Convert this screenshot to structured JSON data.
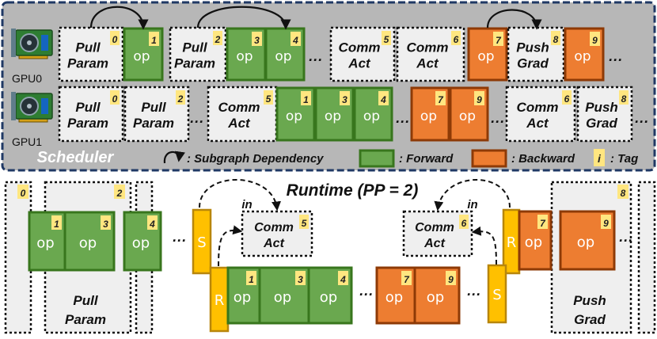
{
  "colors": {
    "forward_fill": "#6aa84f",
    "forward_border": "#38761d",
    "backward_fill": "#ed7d31",
    "backward_border": "#8e3a06",
    "tag_fill": "#ffe680",
    "sr_fill": "#ffc000",
    "sr_border": "#b8860b",
    "scheduler_bg": "#b7b7b7",
    "scheduler_border": "#1f3864",
    "box_fill": "#efefef"
  },
  "icons": [
    "gpu-card-icon",
    "arc-arrow-icon"
  ],
  "scheduler": {
    "title": "Scheduler",
    "gpu0_label": "GPU0",
    "gpu1_label": "GPU1",
    "legend": {
      "dependency": ": Subgraph Dependency",
      "forward": ": Forward",
      "backward": ": Backward",
      "tag_symbol": "i",
      "tag": ": Tag"
    }
  },
  "labels": {
    "pull1": "Pull",
    "pull2": "Param",
    "comm1": "Comm",
    "comm2": "Act",
    "push1": "Push",
    "push2": "Grad",
    "op": "op",
    "ellipsis": "···",
    "send": "S",
    "recv": "R",
    "in": "in"
  },
  "tags": {
    "t0": "0",
    "t1": "1",
    "t2": "2",
    "t3": "3",
    "t4": "4",
    "t5": "5",
    "t6": "6",
    "t7": "7",
    "t8": "8",
    "t9": "9"
  },
  "runtime": {
    "title": "Runtime (PP = 2)"
  }
}
